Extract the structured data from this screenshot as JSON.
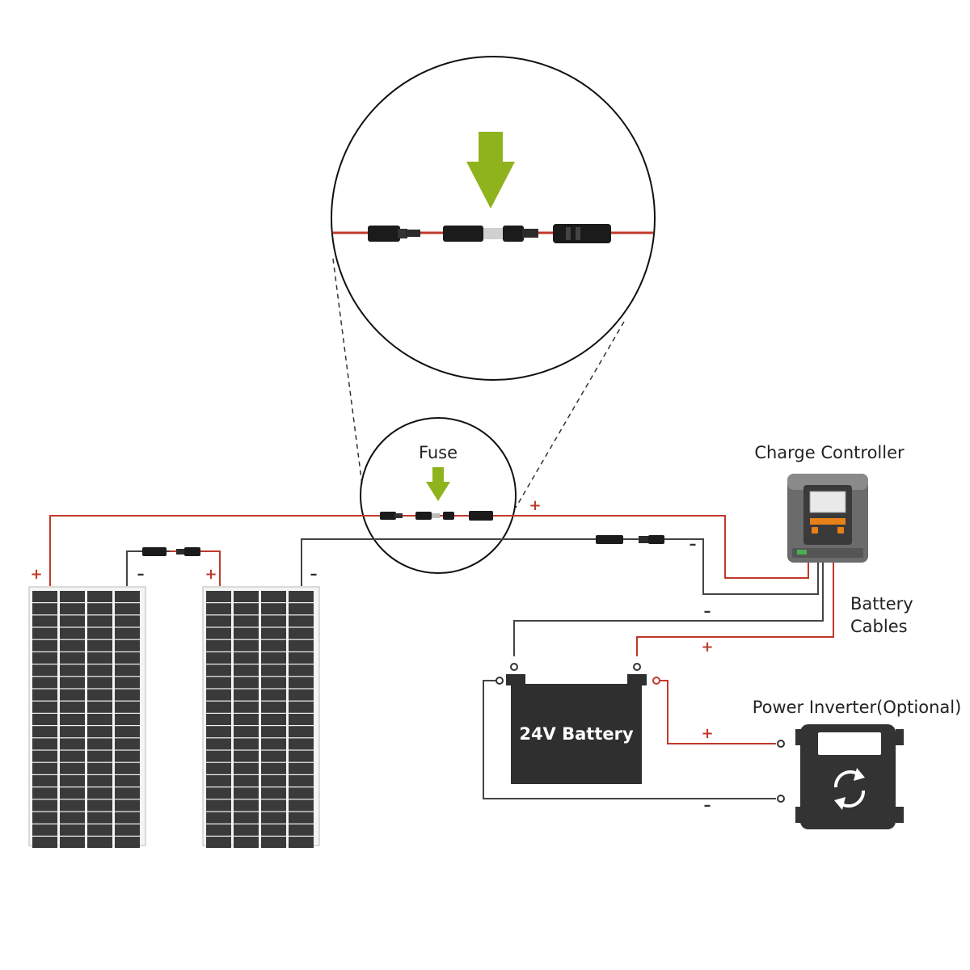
{
  "labels": {
    "fuse": "Fuse",
    "charge_controller": "Charge Controller",
    "battery_cables_line1": "Battery",
    "battery_cables_line2": "Cables",
    "battery": "24V Battery",
    "power_inverter": "Power Inverter(Optional)"
  },
  "signs": {
    "plus": "+",
    "minus": "–"
  },
  "panels": {
    "rows": 21,
    "cols": 4
  },
  "colors": {
    "positive_wire": "#c0392b",
    "negative_wire": "#444444",
    "fuse_arrow": "#8fb31d",
    "controller_body": "#6b6b6b",
    "controller_accent": "#e8801a",
    "battery_body": "#2f2f2f",
    "inverter_body": "#333333",
    "panel_cell": "#3a3a3a"
  },
  "icons": {
    "fuse_arrow": "arrow-down-icon",
    "inverter_symbol": "refresh-cycle-icon"
  }
}
